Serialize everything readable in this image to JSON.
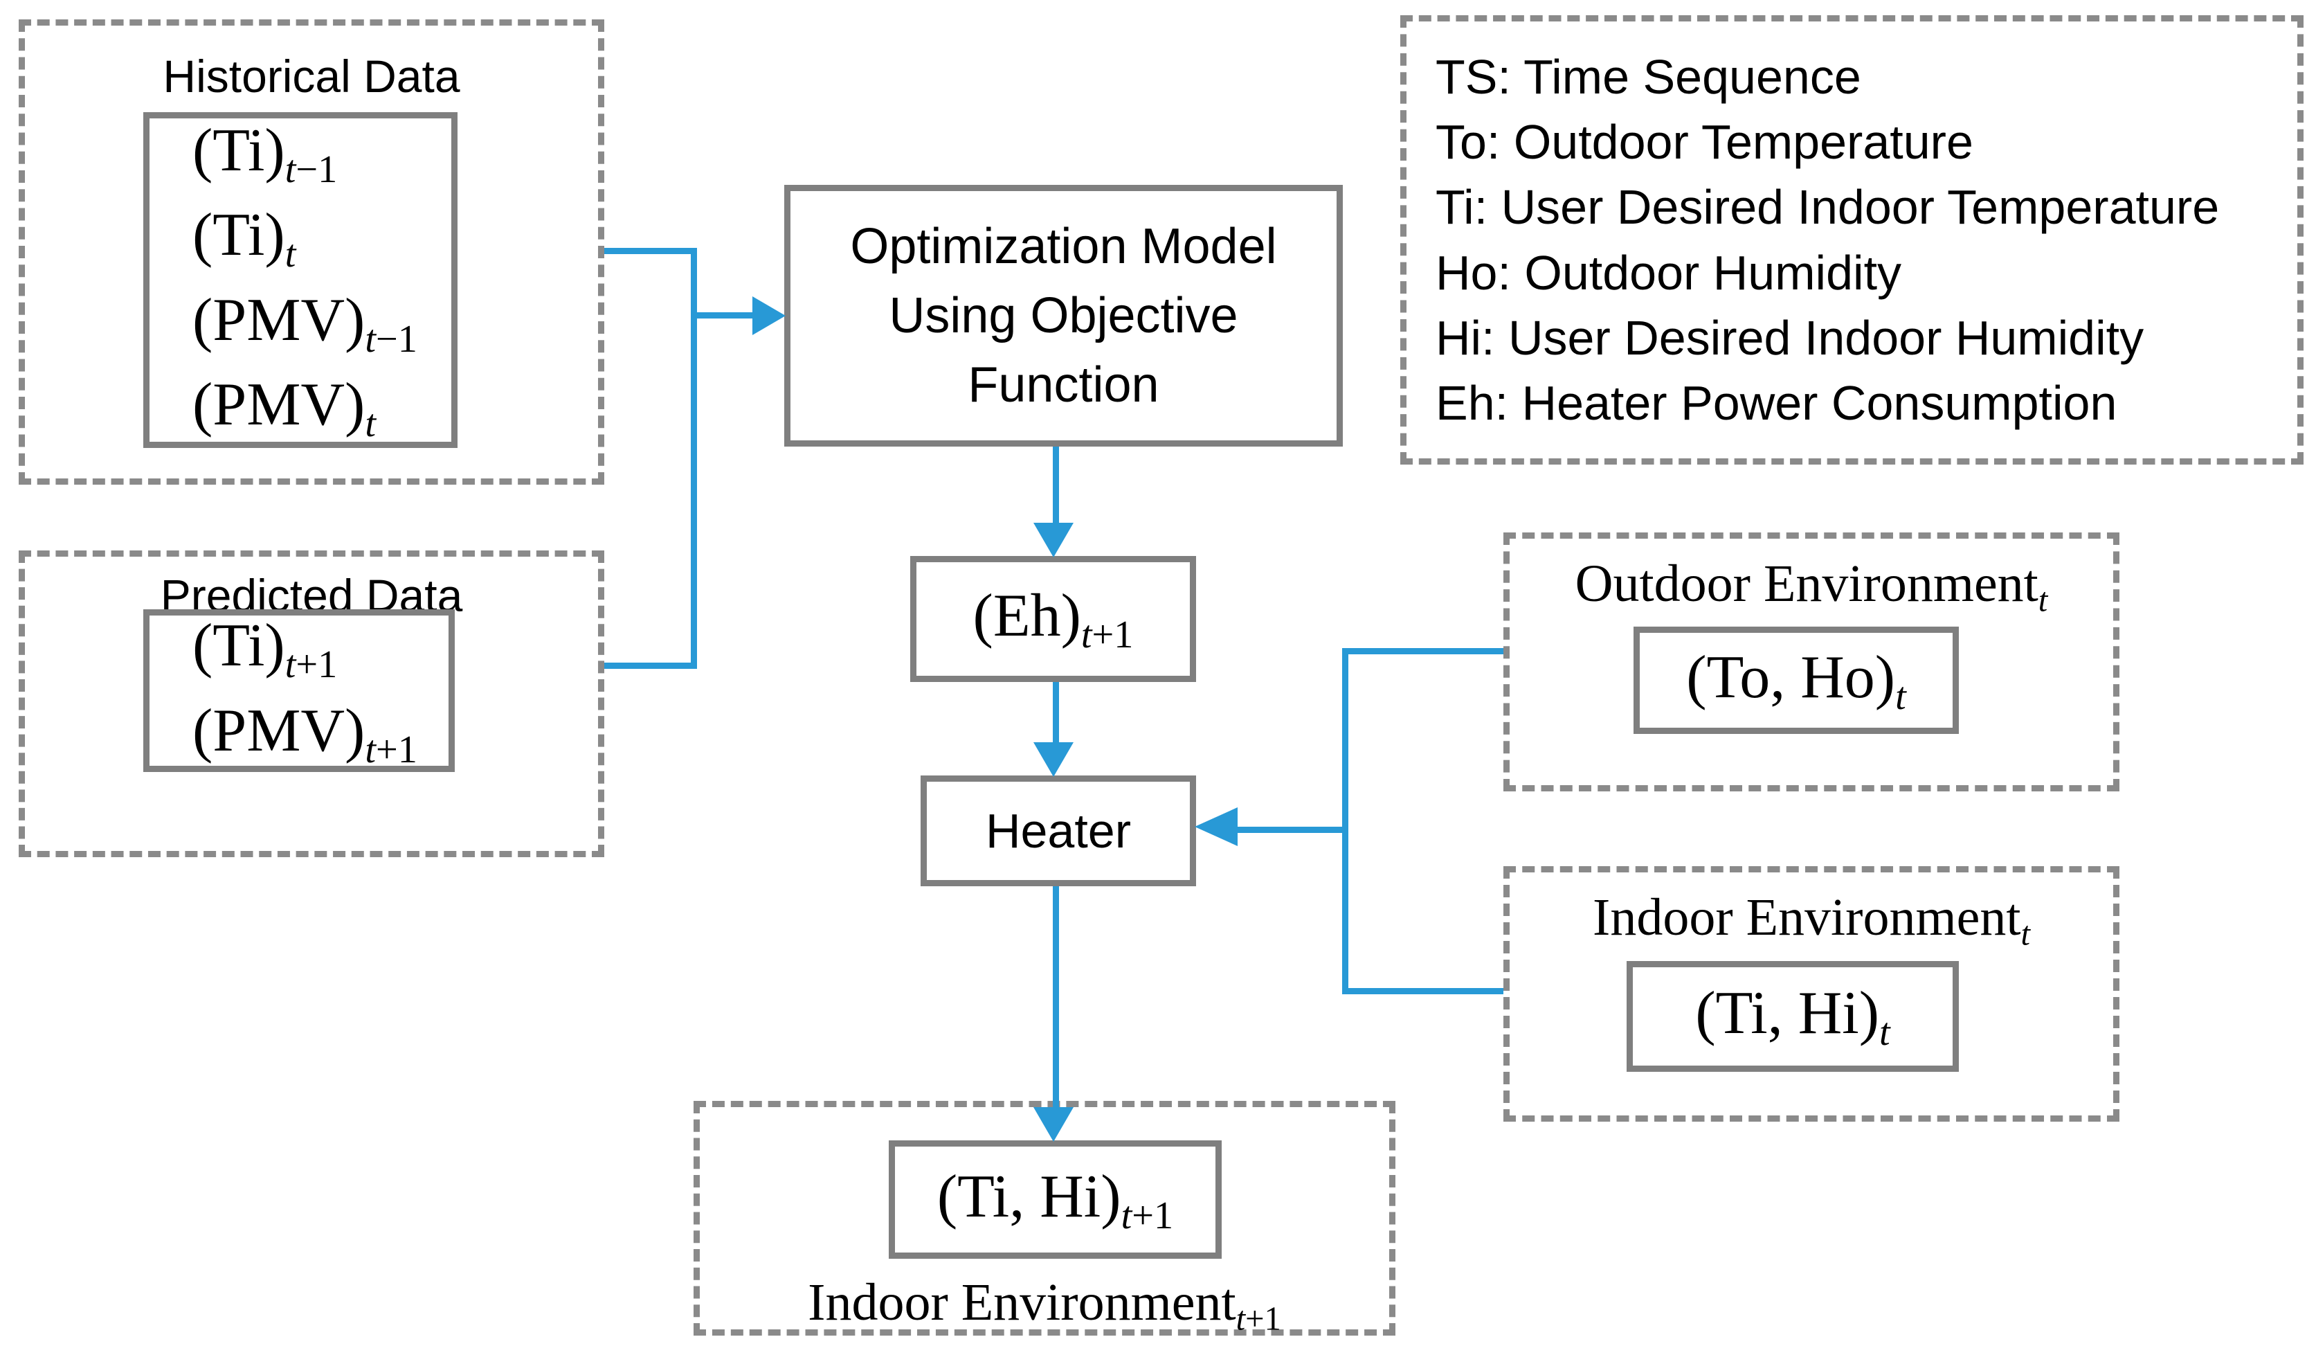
{
  "colors": {
    "accent_blue": "#2899D6",
    "solid_border_gray": "#7F7F7F",
    "dashed_border_gray": "#8A8A8A",
    "text_black": "#000000"
  },
  "historical": {
    "title": "Historical Data",
    "items": [
      {
        "main": "(Ti)",
        "sub_var": "t",
        "sub_rest": "−1"
      },
      {
        "main": "(Ti)",
        "sub_var": "t",
        "sub_rest": ""
      },
      {
        "main": "(PMV)",
        "sub_var": "t",
        "sub_rest": "−1"
      },
      {
        "main": "(PMV)",
        "sub_var": "t",
        "sub_rest": ""
      }
    ]
  },
  "predicted": {
    "title": "Predicted Data",
    "items": [
      {
        "main": "(Ti)",
        "sub_var": "t",
        "sub_rest": "+1"
      },
      {
        "main": "(PMV)",
        "sub_var": "t",
        "sub_rest": "+1"
      }
    ]
  },
  "optimization": {
    "line1": "Optimization Model",
    "line2": "Using Objective",
    "line3": "Function"
  },
  "eh_box": {
    "main": "(Eh)",
    "sub_var": "t",
    "sub_rest": "+1"
  },
  "heater": {
    "label": "Heater"
  },
  "legend": {
    "items": [
      "TS: Time Sequence",
      "To: Outdoor Temperature",
      "Ti: User Desired Indoor Temperature",
      "Ho: Outdoor Humidity",
      "Hi: User Desired Indoor Humidity",
      "Eh: Heater Power Consumption"
    ]
  },
  "outdoor_env": {
    "title": "Outdoor Environment",
    "title_sub_var": "t",
    "title_sub_rest": "",
    "value": {
      "main": "(To, Ho)",
      "sub_var": "t",
      "sub_rest": ""
    }
  },
  "indoor_env_t": {
    "title": "Indoor Environment",
    "title_sub_var": "t",
    "title_sub_rest": "",
    "value": {
      "main": "(Ti, Hi)",
      "sub_var": "t",
      "sub_rest": ""
    }
  },
  "indoor_env_t1": {
    "title": "Indoor Environment",
    "title_sub_var": "t",
    "title_sub_rest": "+1",
    "value": {
      "main": "(Ti, Hi)",
      "sub_var": "t",
      "sub_rest": "+1"
    }
  }
}
